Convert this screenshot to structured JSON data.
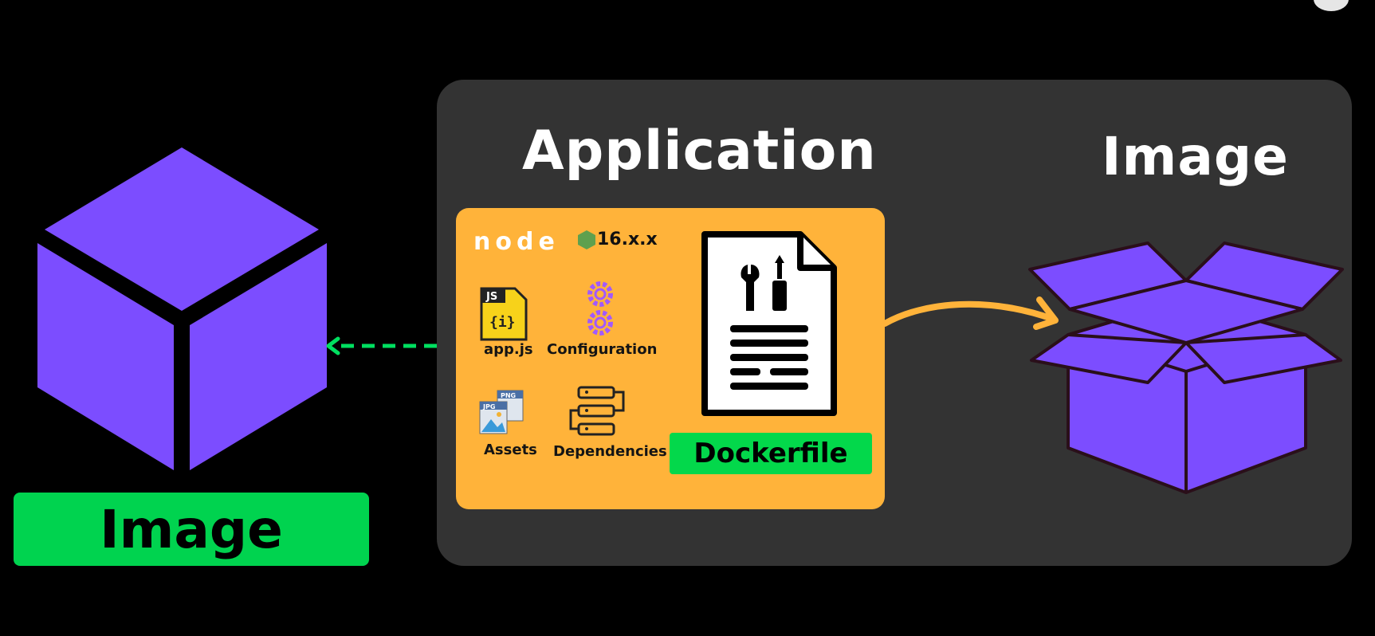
{
  "application": {
    "title": "Application",
    "node_version": "16.x.x"
  },
  "items": {
    "app_js": "app.js",
    "configuration": "Configuration",
    "assets": "Assets",
    "dependencies": "Dependencies",
    "js_badge": "JS",
    "js_braces": "{i}",
    "png_badge": "PNG",
    "jpg_badge": "JPG"
  },
  "dockerfile": {
    "label": "Dockerfile"
  },
  "right": {
    "title": "Image"
  },
  "left": {
    "label": "Image"
  },
  "colors": {
    "background": "#000000",
    "panel": "#333333",
    "card": "#ffb33a",
    "green": "#00d34f",
    "purple": "#7c4dff",
    "arrow": "#ffb33a",
    "dashed_arrow": "#00e060"
  }
}
